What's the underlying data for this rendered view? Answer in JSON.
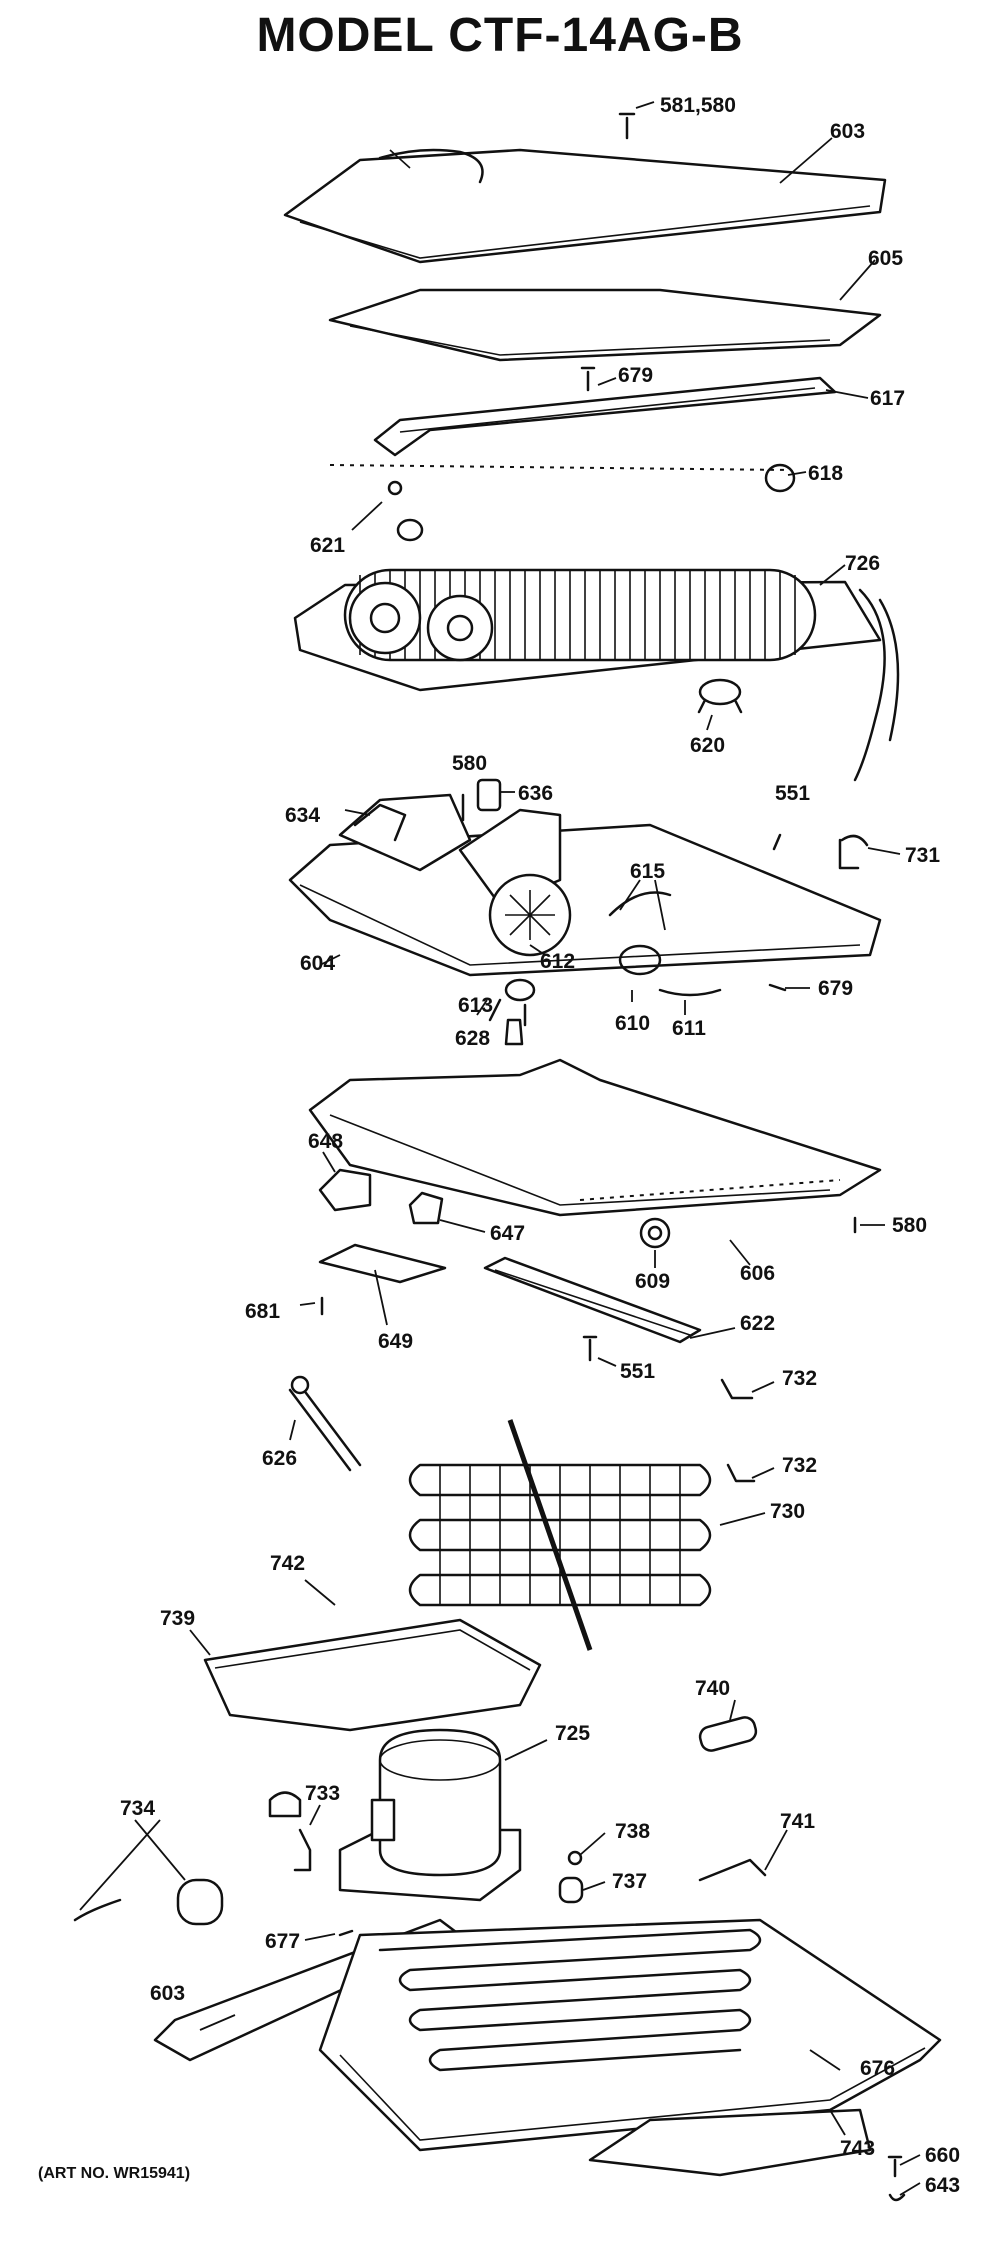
{
  "title": "MODEL CTF-14AG-B",
  "art_number": "(ART NO. WR15941)",
  "callouts": {
    "c581_580": "581,580",
    "c603_top": "603",
    "c605": "605",
    "c679_top": "679",
    "c617": "617",
    "c618": "618",
    "c621": "621",
    "c726": "726",
    "c620": "620",
    "c580_mid": "580",
    "c636": "636",
    "c551_top": "551",
    "c731": "731",
    "c634": "634",
    "c615": "615",
    "c604": "604",
    "c612": "612",
    "c613": "613",
    "c610": "610",
    "c611": "611",
    "c679_mid": "679",
    "c628": "628",
    "c648": "648",
    "c647": "647",
    "c606": "606",
    "c580_low": "580",
    "c609": "609",
    "c681": "681",
    "c649": "649",
    "c622": "622",
    "c551_low": "551",
    "c732_a": "732",
    "c626": "626",
    "c732_b": "732",
    "c730": "730",
    "c742": "742",
    "c739": "739",
    "c740": "740",
    "c725": "725",
    "c733": "733",
    "c738": "738",
    "c734": "734",
    "c741": "741",
    "c737": "737",
    "c677": "677",
    "c603_low": "603",
    "c676": "676",
    "c743": "743",
    "c660": "660",
    "c643": "643"
  }
}
